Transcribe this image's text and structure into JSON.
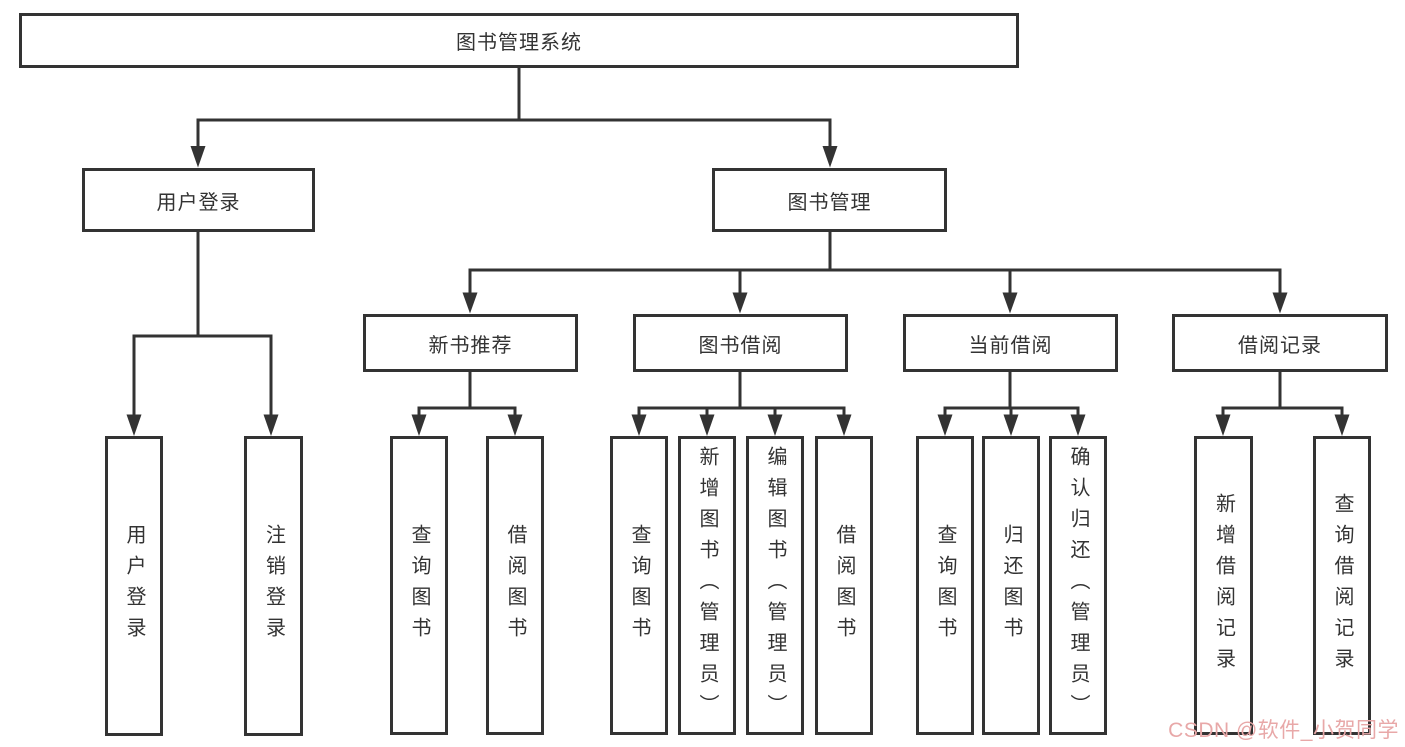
{
  "diagram": {
    "root": {
      "label": "图书管理系统"
    },
    "branches": [
      {
        "id": "user-login",
        "label": "用户登录",
        "children": [
          {
            "label": "用户登录"
          },
          {
            "label": "注销登录"
          }
        ]
      },
      {
        "id": "book-management",
        "label": "图书管理",
        "groups": [
          {
            "label": "新书推荐",
            "children": [
              {
                "label": "查询图书"
              },
              {
                "label": "借阅图书"
              }
            ]
          },
          {
            "label": "图书借阅",
            "children": [
              {
                "label": "查询图书"
              },
              {
                "label": "新增图书（管理员）"
              },
              {
                "label": "编辑图书（管理员）"
              },
              {
                "label": "借阅图书"
              }
            ]
          },
          {
            "label": "当前借阅",
            "children": [
              {
                "label": "查询图书"
              },
              {
                "label": "归还图书"
              },
              {
                "label": "确认归还（管理员）"
              }
            ]
          },
          {
            "label": "借阅记录",
            "children": [
              {
                "label": "新增借阅记录"
              },
              {
                "label": "查询借阅记录"
              }
            ]
          }
        ]
      }
    ]
  },
  "watermark": {
    "text": "CSDN @软件_小贺同学",
    "color": "#e8a8a8"
  },
  "colors": {
    "line": "#333333",
    "text": "#333333",
    "box_background": "#ffffff",
    "page_background": "#ffffff"
  }
}
